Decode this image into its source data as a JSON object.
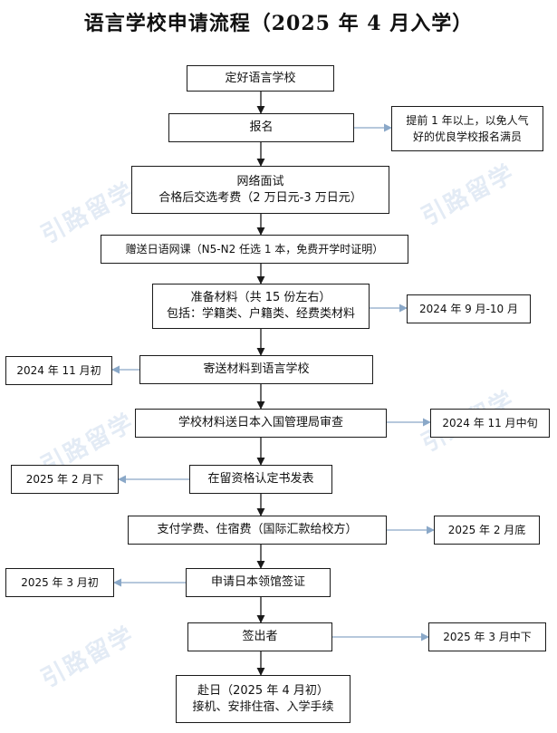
{
  "title": "语言学校申请流程（2025 年 4 月入学）",
  "watermark": "引路留学",
  "colors": {
    "main_arrow": "#1a1a1a",
    "side_arrow": "#8aa8c8",
    "watermark": "#e3ebf5"
  },
  "steps": [
    {
      "lines": [
        "定好语言学校"
      ]
    },
    {
      "lines": [
        "报名"
      ]
    },
    {
      "lines": [
        "网络面试",
        "合格后交选考费（2 万日元-3 万日元）"
      ]
    },
    {
      "lines": [
        "赠送日语网课（N5-N2 任选 1 本，免费开学时证明）"
      ]
    },
    {
      "lines": [
        "准备材料（共 15 份左右）",
        "包括：学籍类、户籍类、经费类材料"
      ]
    },
    {
      "lines": [
        "寄送材料到语言学校"
      ]
    },
    {
      "lines": [
        "学校材料送日本入国管理局审查"
      ]
    },
    {
      "lines": [
        "在留资格认定书发表"
      ]
    },
    {
      "lines": [
        "支付学费、住宿费（国际汇款给校方）"
      ]
    },
    {
      "lines": [
        "申请日本领馆签证"
      ]
    },
    {
      "lines": [
        "签出者"
      ]
    },
    {
      "lines": [
        "赴日（2025 年 4 月初）",
        "接机、安排住宿、入学手续"
      ]
    }
  ],
  "notes": [
    {
      "lines": [
        "提前 1 年以上，以免人气",
        "好的优良学校报名满员"
      ]
    },
    {
      "lines": [
        "2024 年 9 月-10 月"
      ]
    },
    {
      "lines": [
        "2024 年 11 月初"
      ]
    },
    {
      "lines": [
        "2024 年 11 月中旬"
      ]
    },
    {
      "lines": [
        "2025 年 2 月下"
      ]
    },
    {
      "lines": [
        "2025 年 2 月底"
      ]
    },
    {
      "lines": [
        "2025 年 3 月初"
      ]
    },
    {
      "lines": [
        "2025 年 3 月中下"
      ]
    }
  ]
}
